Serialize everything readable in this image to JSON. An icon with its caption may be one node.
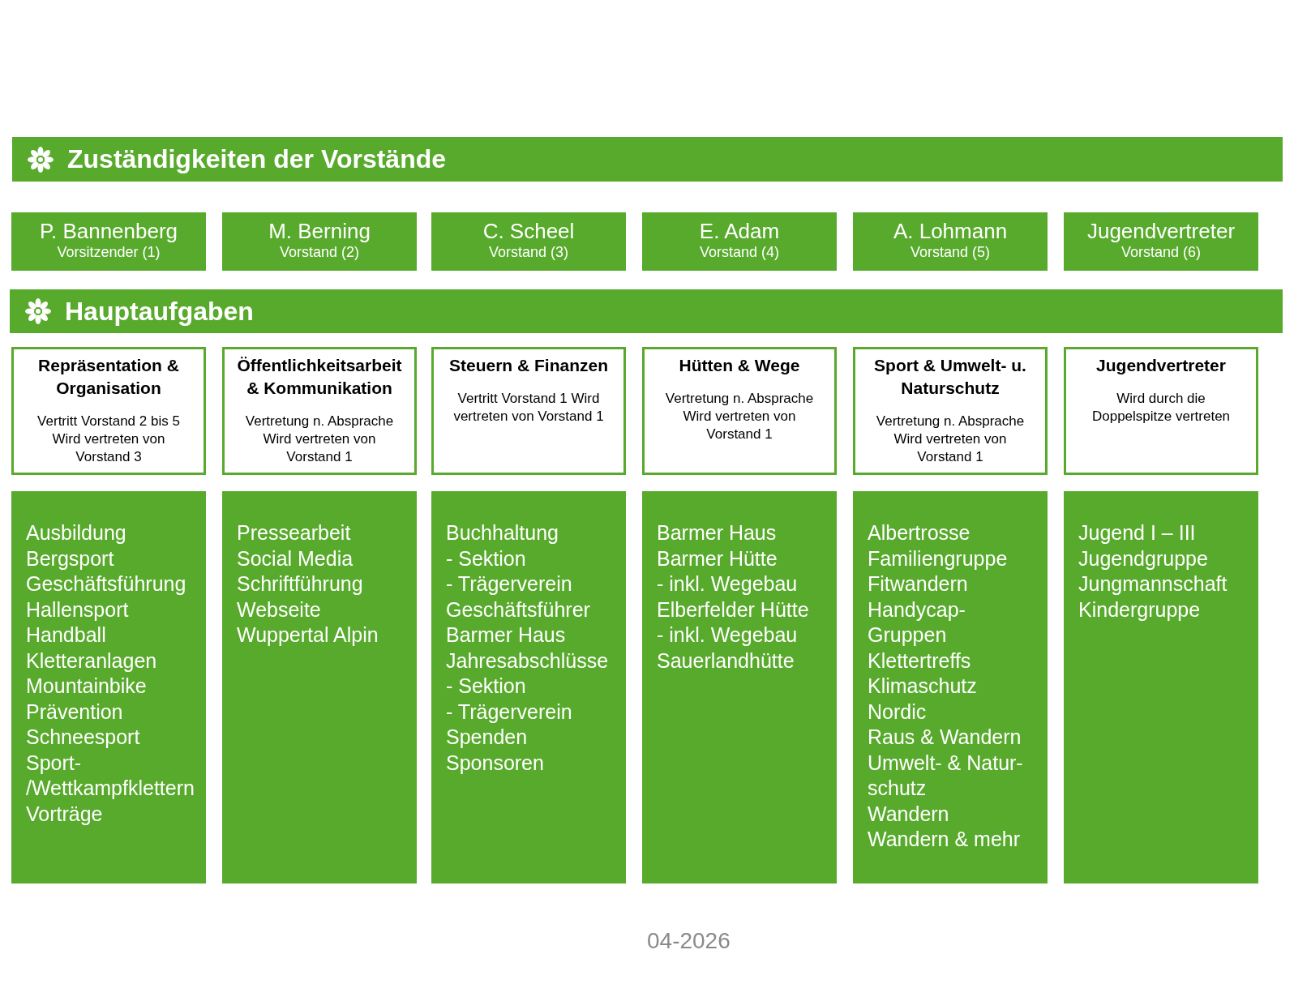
{
  "diagram": {
    "nodes": [
      {
        "text": [
          "Zuständigkeiten der Vorstände"
        ]
      },
      {
        "text": [
          "P. Bannenberg",
          "Vorsitzender (1)"
        ]
      },
      {
        "text": [
          "M. Berning",
          "Vorstand (2)"
        ]
      },
      {
        "text": [
          "C. Scheel",
          "Vorstand (3)"
        ]
      },
      {
        "text": [
          "E. Adam",
          "Vorstand (4)"
        ]
      },
      {
        "text": [
          "A. Lohmann",
          "Vorstand (5)"
        ]
      },
      {
        "text": [
          "Jugendvertreter",
          "Vorstand (6)"
        ]
      },
      {
        "text": [
          "Hauptaufgaben"
        ]
      },
      {
        "text": [
          "Repräsentation & Organisation",
          "Vertritt Vorstand 2 bis 5 Wird vertreten von Vorstand 3"
        ]
      },
      {
        "text": [
          "Öffentlichkeitsarbeit & Kommunikation",
          "Vertretung n. Absprache Wird vertreten von Vorstand 1"
        ]
      },
      {
        "text": [
          "Steuern & Finanzen",
          "Vertritt Vorstand 1 Wird vertreten von Vorstand 1"
        ]
      },
      {
        "text": [
          "Hütten & Wege",
          "Vertretung n. Absprache Wird vertreten von Vorstand 1"
        ]
      },
      {
        "text": [
          "Sport & Umwelt- u. Naturschutz",
          "Vertretung n. Absprache Wird vertreten von Vorstand 1"
        ]
      },
      {
        "text": [
          "Jugendvertreter",
          "Wird durch die Doppelspitze vertreten"
        ]
      },
      {
        "text": [
          "Ausbildung",
          "Bergsport",
          "Geschäftsführung",
          "Hallensport",
          "Handball",
          "Kletteranlagen",
          "Mountainbike",
          "Prävention",
          "Schneesport",
          "Sport- /Wettkampfklettern",
          "Vorträge"
        ]
      },
      {
        "text": [
          "Pressearbeit",
          "Social Media",
          "Schriftführung",
          "Webseite",
          "Wuppertal Alpin"
        ]
      },
      {
        "text": [
          "Buchhaltung",
          "- Sektion",
          "- Trägerverein",
          "Geschäftsführer",
          "Barmer Haus",
          "Jahresabschlüsse",
          "- Sektion",
          "- Trägerverein",
          "Spenden",
          "Sponsoren"
        ]
      },
      {
        "text": [
          "Barmer Haus",
          "Barmer Hütte",
          "- inkl. Wegebau",
          "Elberfelder Hütte",
          "- inkl. Wegebau",
          "Sauerlandhütte"
        ]
      },
      {
        "text": [
          "Albertrosse",
          "Familiengruppe",
          "Fitwandern",
          "Handycap- Gruppen",
          "Klettertreffs",
          "Klimaschutz",
          "Nordic",
          "Raus & Wandern",
          "Umwelt- & Natur- schutz",
          "Wandern",
          "Wandern & mehr"
        ]
      },
      {
        "text": [
          "Jugend I – III",
          "Jugendgruppe",
          "Jungmannschaft",
          "Kindergruppe"
        ]
      }
    ],
    "labels": [
      "04-2026"
    ]
  }
}
